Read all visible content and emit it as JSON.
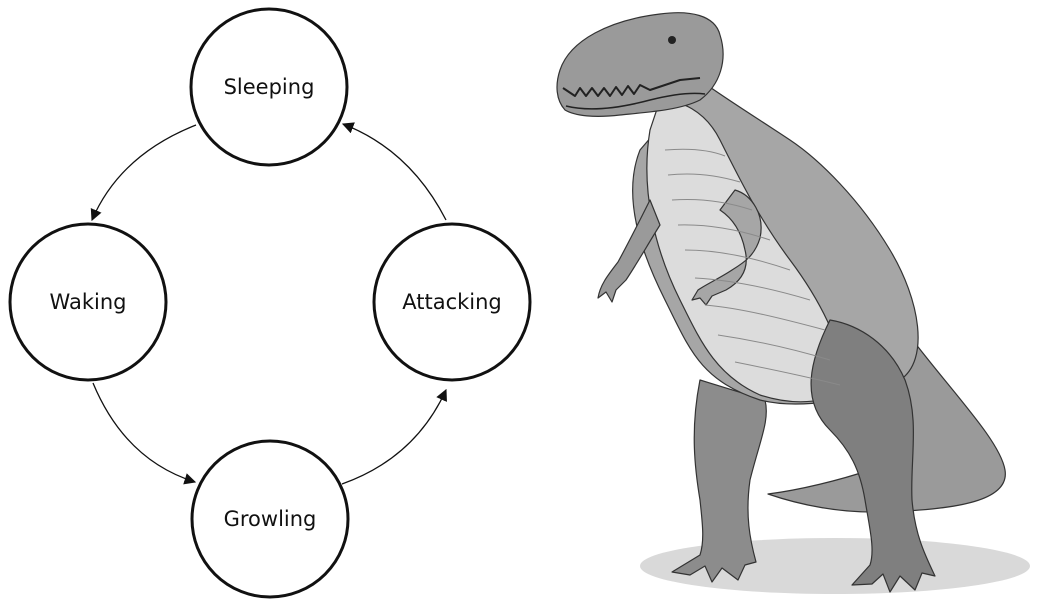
{
  "diagram": {
    "states": [
      {
        "id": "sleeping",
        "label": "Sleeping"
      },
      {
        "id": "waking",
        "label": "Waking"
      },
      {
        "id": "growling",
        "label": "Growling"
      },
      {
        "id": "attacking",
        "label": "Attacking"
      }
    ],
    "transitions": [
      {
        "from": "sleeping",
        "to": "waking"
      },
      {
        "from": "waking",
        "to": "growling"
      },
      {
        "from": "growling",
        "to": "attacking"
      },
      {
        "from": "attacking",
        "to": "sleeping"
      }
    ]
  },
  "illustration": {
    "subject": "dinosaur-illustration",
    "colors": {
      "dark": "#7f7f7f",
      "mid": "#a6a6a6",
      "light": "#dcdcdc",
      "shadow": "#d9d9d9",
      "outline": "#333333"
    }
  }
}
